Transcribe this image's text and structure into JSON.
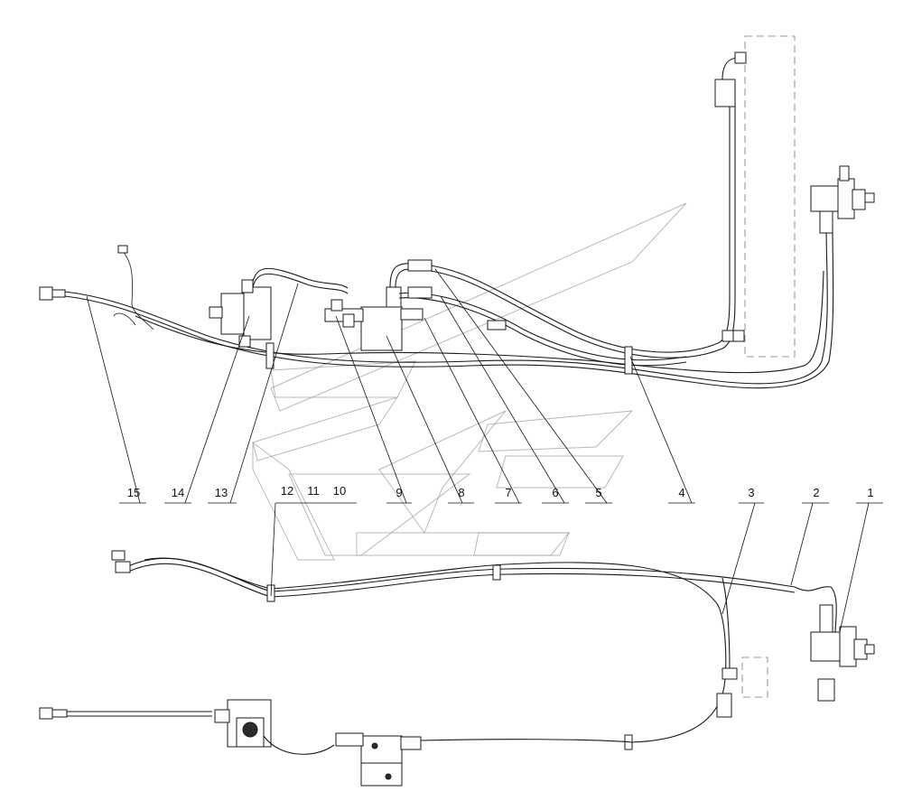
{
  "callouts": {
    "c15": "15",
    "c14": "14",
    "c13": "13",
    "c12": "12",
    "c11": "11",
    "c10": "10",
    "c9": "9",
    "c8": "8",
    "c7": "7",
    "c6": "6",
    "c5": "5",
    "c4": "4",
    "c3": "3",
    "c2": "2",
    "c1": "1"
  }
}
